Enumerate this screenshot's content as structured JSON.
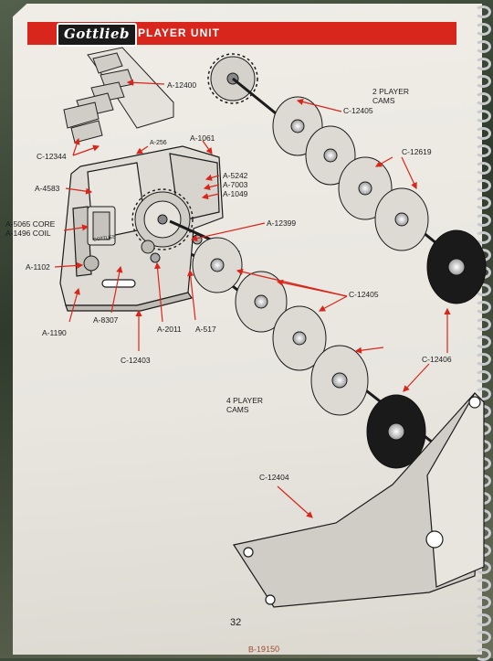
{
  "header": {
    "brand_logo": "Gottlieb",
    "title": "PLAYER UNIT"
  },
  "labels": {
    "a12400": "A-12400",
    "c12344": "C-12344",
    "a256": "A-256",
    "a1061": "A-1061",
    "a4583": "A-4583",
    "a5242": "A-5242",
    "a7003": "A-7003",
    "a1049": "A-1049",
    "a5065": "A-5065 CORE",
    "a1496": "A-1496 COIL",
    "a12399": "A-12399",
    "a1102": "A-1102",
    "a1190": "A-1190",
    "a8307": "A-8307",
    "a2011": "A-2011",
    "a517": "A-517",
    "c12403": "C-12403",
    "two_player_1": "2 PLAYER",
    "two_player_2": "CAMS",
    "c12405_top": "C-12405",
    "c12619": "C-12619",
    "c12405_mid": "C-12405",
    "c12406": "C-12406",
    "four_player_1": "4 PLAYER",
    "four_player_2": "CAMS",
    "c12404": "C-12404",
    "gottlieb_stamp": "GOTTLIEB"
  },
  "footer": {
    "page_number": "32",
    "bleed_text": "B-19150"
  },
  "colors": {
    "banner_red": "#d9261c",
    "arrow_red": "#d9261c",
    "paper": "#ecebe4",
    "ink": "#1c1c1c"
  }
}
